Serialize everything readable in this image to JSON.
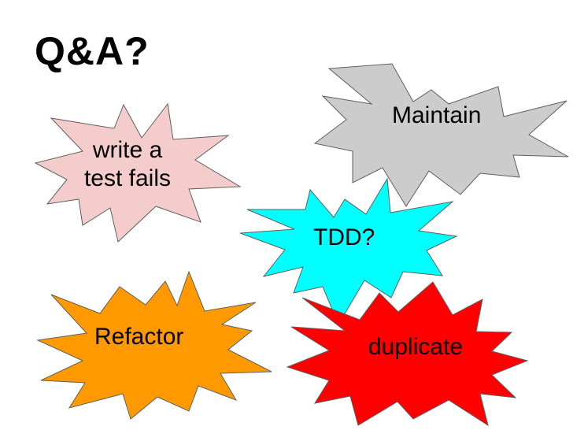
{
  "slide": {
    "title": "Q&A?"
  },
  "bursts": [
    {
      "id": "write-a-test-fails",
      "lines": [
        "write a",
        "test fails"
      ],
      "fill": "#f4cccc"
    },
    {
      "id": "maintain",
      "lines": [
        "Maintain"
      ],
      "fill": "#cccccc"
    },
    {
      "id": "tdd",
      "lines": [
        "TDD?"
      ],
      "fill": "#00ffff"
    },
    {
      "id": "refactor",
      "lines": [
        "Refactor"
      ],
      "fill": "#ff9900"
    },
    {
      "id": "duplicate",
      "lines": [
        "duplicate"
      ],
      "fill": "#ff0000"
    }
  ]
}
